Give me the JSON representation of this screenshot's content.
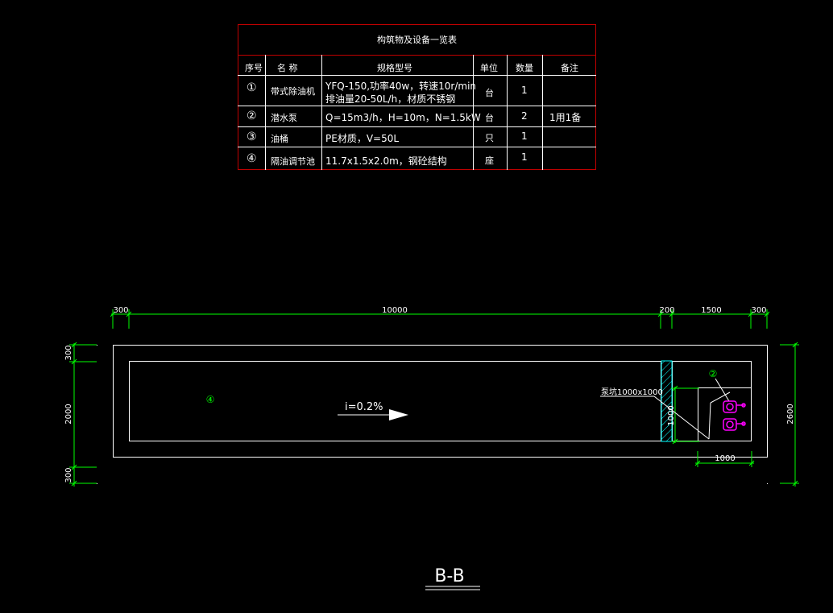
{
  "table": {
    "title": "构筑物及设备一览表",
    "headers": [
      "序号",
      "名 称",
      "规格型号",
      "单位",
      "数量",
      "备注"
    ],
    "rows": [
      {
        "no": "①",
        "name": "带式除油机",
        "spec1": "YFQ-150,功率40w，转速10r/min",
        "spec2": "排油量20-50L/h，材质不锈钢",
        "unit": "台",
        "qty": "1",
        "note": ""
      },
      {
        "no": "②",
        "name": "潜水泵",
        "spec1": "Q=15m3/h，H=10m，N=1.5kW",
        "spec2": "",
        "unit": "台",
        "qty": "2",
        "note": "1用1备"
      },
      {
        "no": "③",
        "name": "油桶",
        "spec1": "PE材质，V=50L",
        "spec2": "",
        "unit": "只",
        "qty": "1",
        "note": ""
      },
      {
        "no": "④",
        "name": "隔油调节池",
        "spec1": "11.7x1.5x2.0m，钢砼结构",
        "spec2": "",
        "unit": "座",
        "qty": "1",
        "note": ""
      }
    ]
  },
  "dims": {
    "top": [
      "300",
      "10000",
      "200",
      "1500",
      "300"
    ],
    "left": [
      "300",
      "2000",
      "300"
    ],
    "right": "2600",
    "pit_height": "1000",
    "pit_width": "1000"
  },
  "labels": {
    "tag_basin": "④",
    "tag_pump": "②",
    "slope": "i=0.2%",
    "pit": "泵坑1000x1000",
    "section": "B-B"
  },
  "colors": {
    "dimension": "#00ff00",
    "outline": "#ffffff",
    "table_border": "#c00000",
    "pump": "#ff00ff",
    "hatch": "#00ffff"
  }
}
